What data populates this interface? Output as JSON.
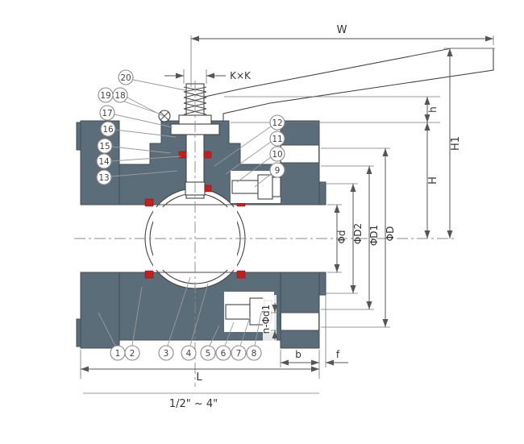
{
  "drawing": {
    "dims": {
      "W": "W",
      "KxK": "K×K",
      "h": "h",
      "H1": "H1",
      "H": "H",
      "phi_d": "Φd",
      "phi_D2": "ΦD2",
      "phi_D1": "ΦD1",
      "phi_D": "ΦD",
      "n_phi_d1": "n-Φd1",
      "b": "b",
      "f": "f",
      "L": "L",
      "size_range": "1/2\" ~ 4\""
    },
    "callouts": {
      "top_left": [
        "20",
        "19",
        "18",
        "17",
        "16",
        "15",
        "14",
        "13"
      ],
      "right": [
        "12",
        "11",
        "10",
        "9"
      ],
      "bottom": [
        "1",
        "2",
        "3",
        "4",
        "5",
        "6",
        "7",
        "8"
      ]
    },
    "colors": {
      "body": "#5b6d79",
      "seal": "#c21f1f",
      "line": "#4a4a4a",
      "background": "#ffffff"
    }
  }
}
